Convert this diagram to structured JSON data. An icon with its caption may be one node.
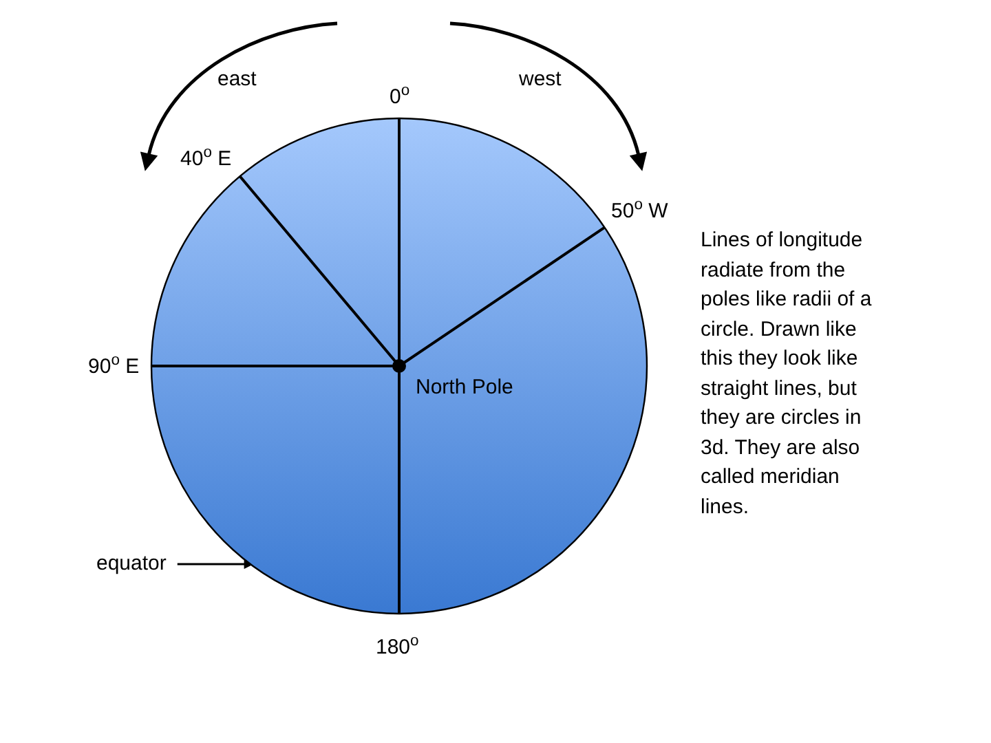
{
  "diagram": {
    "nodes": [
      {
        "text": [],
        "shape": "circle"
      },
      {
        "text": [
          "equator"
        ]
      }
    ],
    "edges": [
      {
        "from": 1,
        "to": 0,
        "arrow": "to"
      }
    ],
    "labels": [
      "east",
      "west",
      "0$^{o}$",
      "40$^{o}$ E",
      "50$^{o}$ W",
      "90$^{o}$ E",
      "North Pole",
      "180$^{o}$",
      "Lines of longitude radiate from the poles like radii of a circle. Drawn like this they look like straight lines, but they are circles in 3d. They are also called meridian lines."
    ]
  }
}
